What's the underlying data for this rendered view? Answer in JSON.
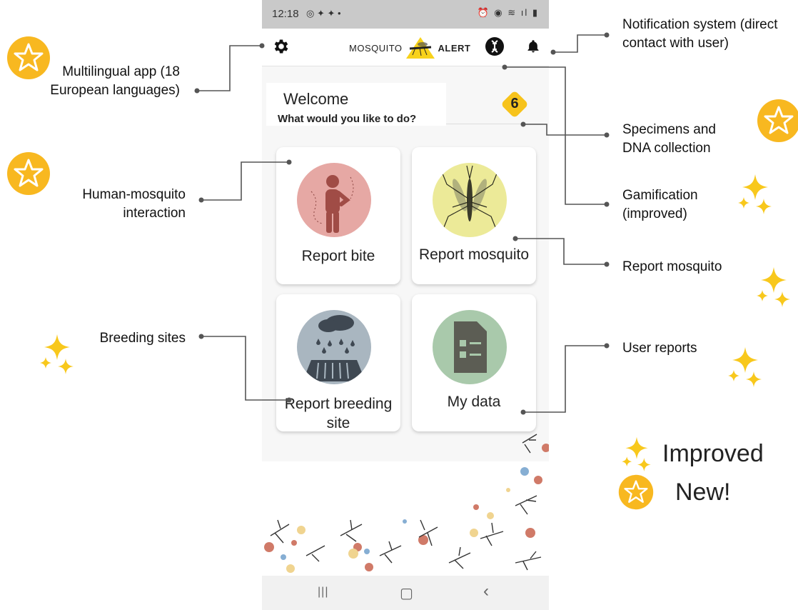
{
  "status_bar": {
    "time": "12:18",
    "icons": "◎ ✦ ✦ •",
    "right_icons": "⏰ ◉ ≋ ıl ▮"
  },
  "app": {
    "brand_left": "MOSQUITO",
    "brand_right": "ALERT"
  },
  "home": {
    "welcome": "Welcome",
    "prompt": "What would you like to do?",
    "score": "6"
  },
  "cards": [
    {
      "label": "Report bite",
      "color": "#e6a8a4"
    },
    {
      "label": "Report mosquito",
      "color": "#ecea98"
    },
    {
      "label": "Report breeding site",
      "color": "#a9b6c0"
    },
    {
      "label": "My data",
      "color": "#a9c9ab"
    }
  ],
  "nav": {
    "recents": "|||",
    "home": "▢",
    "back": "‹"
  },
  "annotations": {
    "multilingual": "Multilingual app (18 European languages)",
    "human_mosquito": "Human-mosquito interaction",
    "breeding_sites": "Breeding sites",
    "notification": "Notification system (direct contact with user)",
    "specimens": "Specimens and DNA collection",
    "gamification": "Gamification (improved)",
    "report_mosquito": "Report mosquito",
    "user_reports": "User reports"
  },
  "legend": {
    "improved": "Improved",
    "new": "New!"
  },
  "colors": {
    "star": "#f8b820",
    "sparkle": "#f8c81c",
    "connector": "#555555"
  }
}
